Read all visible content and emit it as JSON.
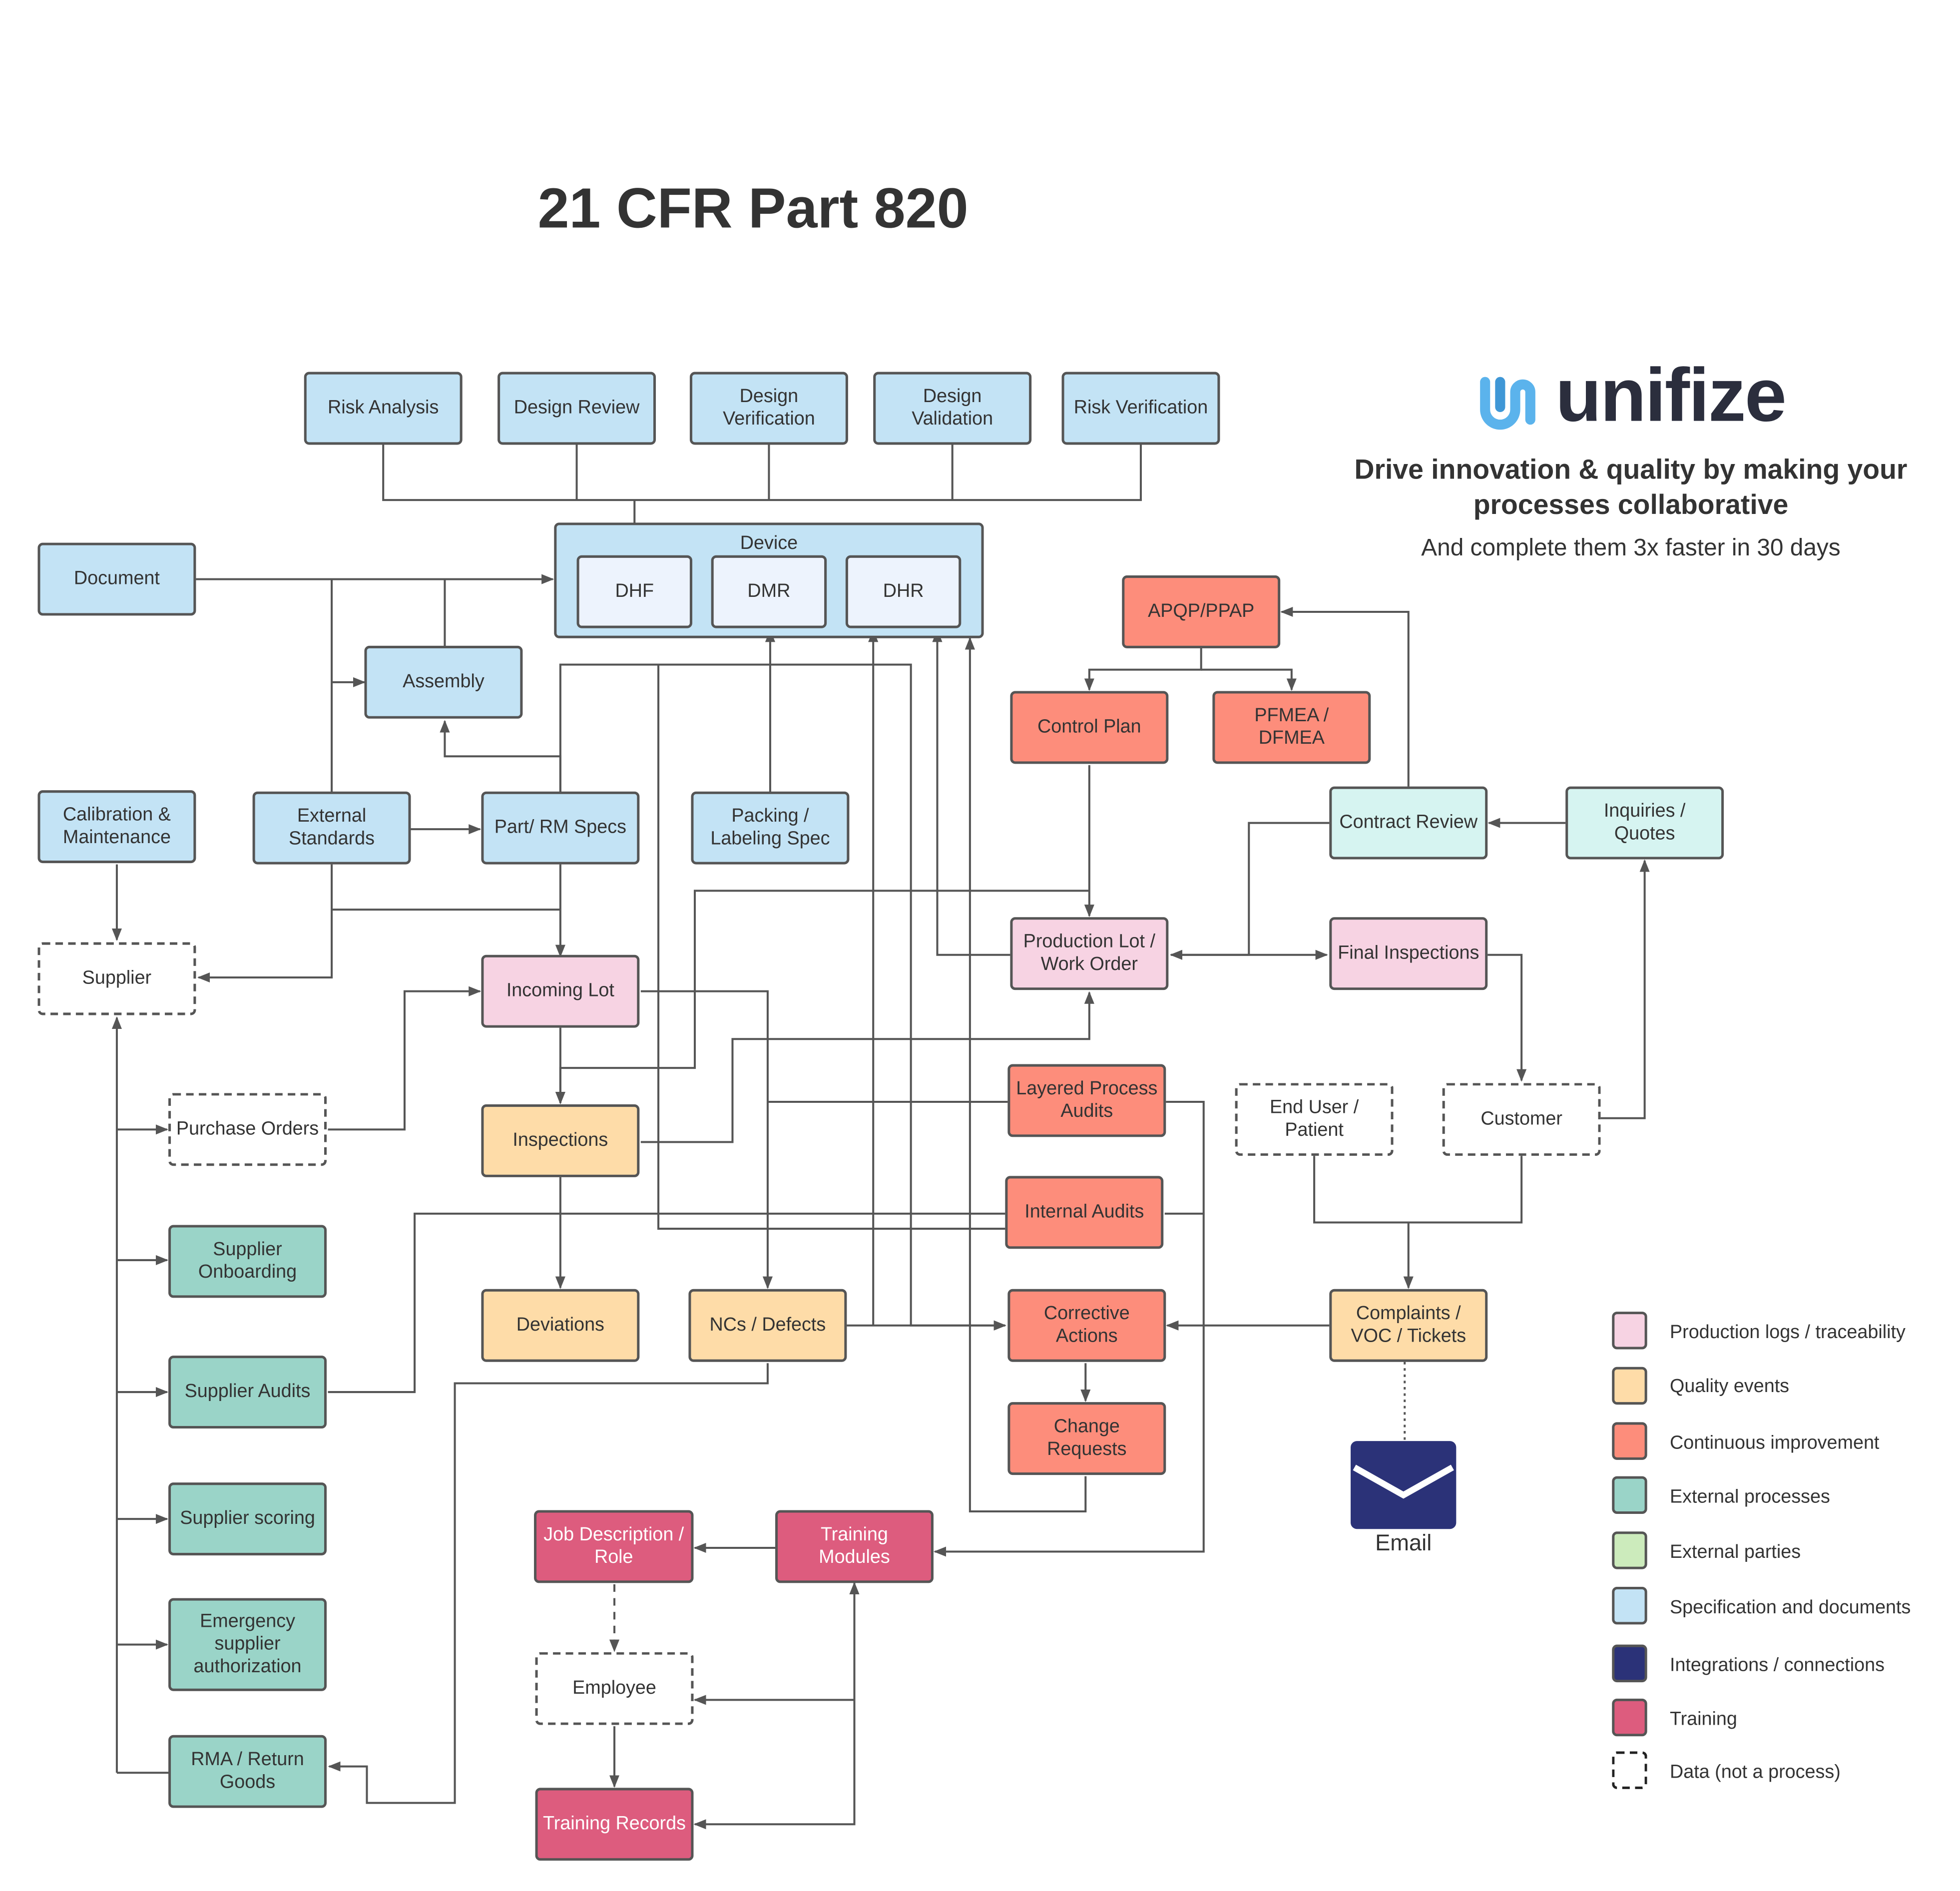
{
  "title": "21 CFR Part 820",
  "brand": {
    "logo_text": "unifize",
    "tagline": "Drive innovation & quality by making your processes collaborative",
    "subline": "And complete them 3x faster in 30 days"
  },
  "colors": {
    "spec": "#c3e3f5",
    "inner": "#edf3fd",
    "production": "#f7d3e3",
    "quality": "#fedca8",
    "improvement": "#fd8d7b",
    "external_process": "#9ad4c8",
    "external_parties": "#ccebbc",
    "contract": "#d6f4f1",
    "integration": "#2b3278",
    "training": "#dd5c7e",
    "line": "#555555",
    "logo_accent": "#5bb3ec"
  },
  "device": {
    "label": "Device",
    "dhf": "DHF",
    "dmr": "DMR",
    "dhr": "DHR"
  },
  "nodes": {
    "risk_analysis": "Risk Analysis",
    "design_review": "Design Review",
    "design_verification": "Design Verification",
    "design_validation": "Design Validation",
    "risk_verification": "Risk Verification",
    "document": "Document",
    "assembly": "Assembly",
    "calibration": "Calibration & Maintenance",
    "external_standards": "External Standards",
    "part_rm_specs": "Part/ RM Specs",
    "packing_labeling": "Packing / Labeling Spec",
    "apqp": "APQP/PPAP",
    "control_plan": "Control Plan",
    "pfmea": "PFMEA / DFMEA",
    "contract_review": "Contract Review",
    "inquiries": "Inquiries / Quotes",
    "supplier": "Supplier",
    "incoming_lot": "Incoming Lot",
    "production_lot": "Production Lot / Work Order",
    "final_inspections": "Final Inspections",
    "purchase_orders": "Purchase Orders",
    "inspections": "Inspections",
    "layered_audits": "Layered Process Audits",
    "end_user": "End User / Patient",
    "customer": "Customer",
    "supplier_onboarding": "Supplier Onboarding",
    "internal_audits": "Internal Audits",
    "deviations": "Deviations",
    "ncs_defects": "NCs / Defects",
    "corrective_actions": "Corrective Actions",
    "complaints": "Complaints / VOC / Tickets",
    "supplier_audits": "Supplier Audits",
    "change_requests": "Change Requests",
    "supplier_scoring": "Supplier scoring",
    "job_description": "Job Description / Role",
    "training_modules": "Training Modules",
    "emergency_supplier": "Emergency supplier authorization",
    "employee": "Employee",
    "rma": "RMA / Return Goods",
    "training_records": "Training Records"
  },
  "email": {
    "label": "Email",
    "icon": "envelope-icon"
  },
  "legend": [
    {
      "label": "Production logs / traceability",
      "color": "#f7d3e3",
      "dashed": false
    },
    {
      "label": "Quality events",
      "color": "#fedca8",
      "dashed": false
    },
    {
      "label": "Continuous improvement",
      "color": "#fd8d7b",
      "dashed": false
    },
    {
      "label": "External processes",
      "color": "#9ad4c8",
      "dashed": false
    },
    {
      "label": "External parties",
      "color": "#ccebbc",
      "dashed": false
    },
    {
      "label": "Specification and documents",
      "color": "#c3e3f5",
      "dashed": false
    },
    {
      "label": "Integrations / connections",
      "color": "#2b3278",
      "dashed": false
    },
    {
      "label": "Training",
      "color": "#dd5c7e",
      "dashed": false
    },
    {
      "label": "Data (not a process)",
      "color": "#ffffff",
      "dashed": true
    }
  ]
}
